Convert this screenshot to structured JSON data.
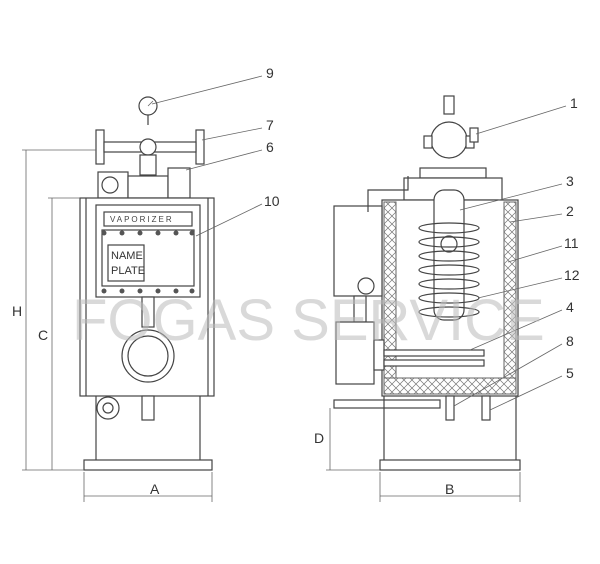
{
  "title_plate": "VAPORIZER",
  "name_plate": [
    "NAME",
    "PLATE"
  ],
  "watermark": "FOGAS SERVICE",
  "callouts": {
    "c9": "9",
    "c7": "7",
    "c6": "6",
    "c10": "10",
    "c1": "1",
    "c3": "3",
    "c2": "2",
    "c11": "11",
    "c12": "12",
    "c4": "4",
    "c8": "8",
    "c5": "5"
  },
  "dimensions": {
    "H": "H",
    "C": "C",
    "A": "A",
    "B": "B",
    "D": "D"
  }
}
